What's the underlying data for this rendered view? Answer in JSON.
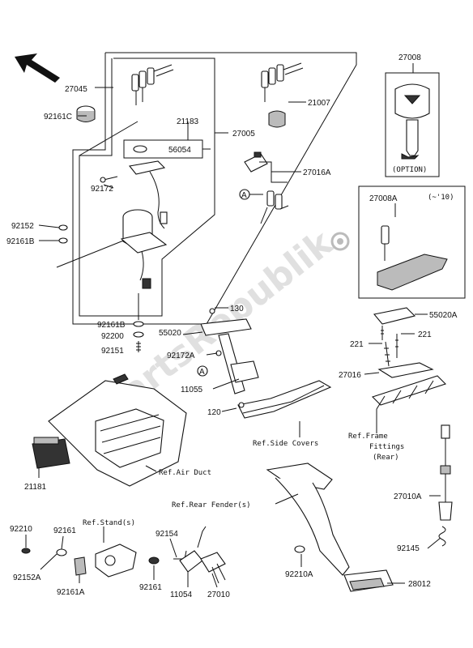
{
  "labels": {
    "p27045": "27045",
    "p92161C": "92161C",
    "p21183": "21183",
    "p56054": "56054",
    "p27005": "27005",
    "p21007": "21007",
    "p27016A": "27016A",
    "p92172": "92172",
    "p92152": "92152",
    "p92161B_left": "92161B",
    "p92161B_mid": "92161B",
    "p92200": "92200",
    "p92151": "92151",
    "p27008": "27008",
    "option": "(OPTION)",
    "p27008A": "27008A",
    "p27008A_note": "(~'10)",
    "p130": "130",
    "p55020": "55020",
    "p92172A": "92172A",
    "p11055": "11055",
    "p120": "120",
    "p55020A": "55020A",
    "p221_left": "221",
    "p221_right": "221",
    "p27016": "27016",
    "ref_side_covers": "Ref.Side Covers",
    "ref_frame_1": "Ref.Frame",
    "ref_frame_2": "Fittings",
    "ref_frame_3": "(Rear)",
    "ref_air_duct": "Ref.Air Duct",
    "p21181": "21181",
    "ref_rear_fender": "Ref.Rear Fender(s)",
    "ref_stand": "Ref.Stand(s)",
    "p92210": "92210",
    "p92161_a": "92161",
    "p92154": "92154",
    "p92152A": "92152A",
    "p92161A": "92161A",
    "p92161_b": "92161",
    "p11054": "11054",
    "p27010": "27010",
    "p92210A": "92210A",
    "p28012": "28012",
    "p27010A": "27010A",
    "p92145": "92145",
    "callout_a1": "A",
    "callout_a2": "A"
  },
  "watermark": "PartsRepublik",
  "icons": [
    "front-direction-arrow-icon",
    "key-icon",
    "gear-icon"
  ]
}
